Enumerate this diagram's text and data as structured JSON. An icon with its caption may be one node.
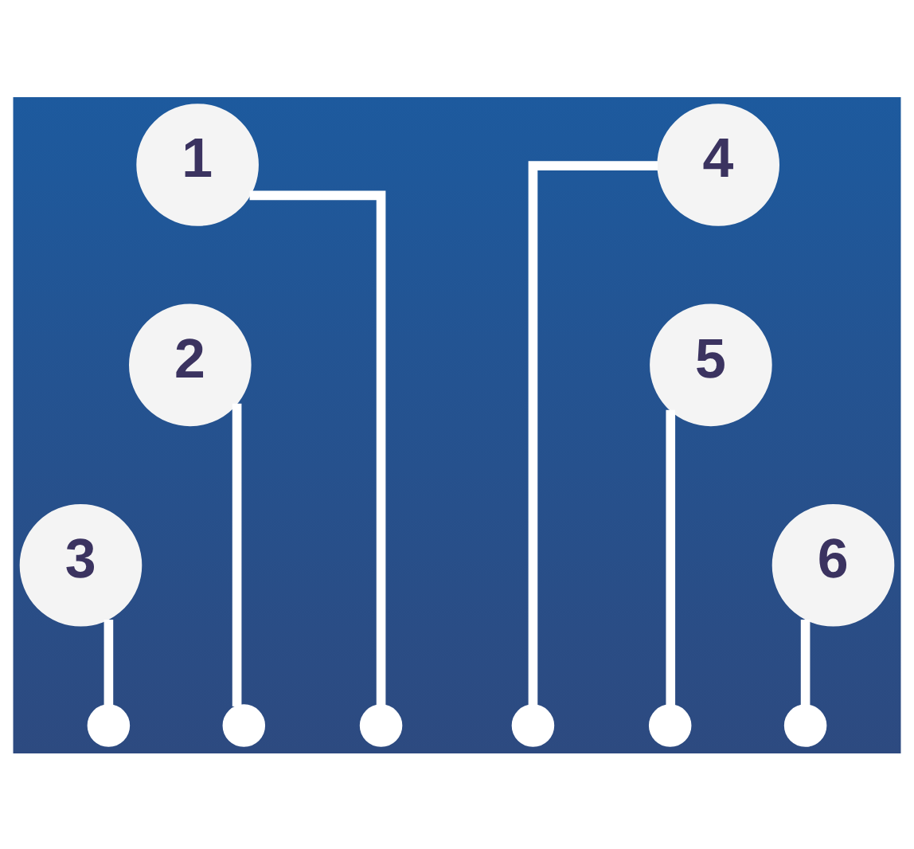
{
  "diagram": {
    "nodes": [
      {
        "text": [
          "1"
        ]
      },
      {
        "text": [
          "4"
        ]
      },
      {
        "text": [
          "2"
        ]
      },
      {
        "text": [
          "5"
        ]
      },
      {
        "text": [
          "3"
        ]
      },
      {
        "text": [
          "6"
        ]
      },
      {
        "text": [],
        "shape": "circle"
      },
      {
        "text": [],
        "shape": "circle"
      },
      {
        "text": [],
        "shape": "circle"
      },
      {
        "text": [],
        "shape": "circle"
      },
      {
        "text": [],
        "shape": "circle"
      },
      {
        "text": [],
        "shape": "circle"
      }
    ],
    "edges": [
      {
        "from": 0,
        "to": 8,
        "arrow": "none"
      },
      {
        "from": 2,
        "to": 7,
        "arrow": "none"
      },
      {
        "from": 4,
        "to": 6,
        "arrow": "none"
      },
      {
        "from": 1,
        "to": 9,
        "arrow": "none"
      },
      {
        "from": 3,
        "to": 10,
        "arrow": "none"
      },
      {
        "from": 5,
        "to": 11,
        "arrow": "none"
      }
    ]
  }
}
